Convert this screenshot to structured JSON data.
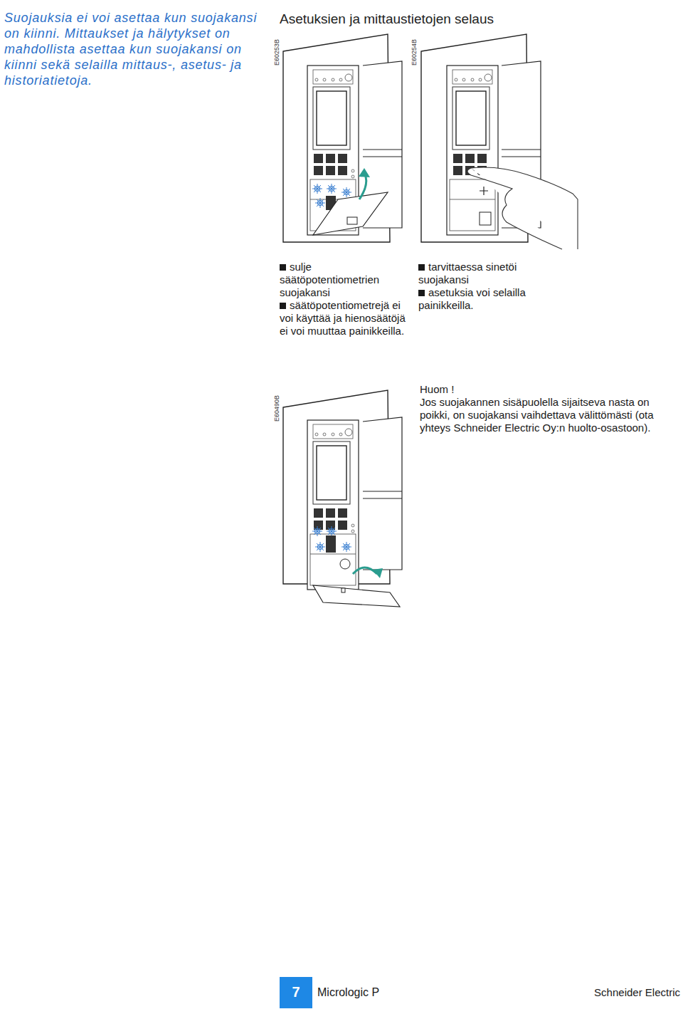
{
  "diagram": {
    "title": "Asetuksien ja mittaustietojen selaus",
    "labels": [
      "Suojauksia ei voi asettaa kun suojakansi on kiinni. Mittaukset ja hälytykset on mahdollista asettaa kun suojakansi on kiinni sekä selailla mittaus-, asetus- ja historiatietoja.",
      "E60253B",
      "E60254B",
      "sulje säätöpotentiometrien suojakansi",
      "säätöpotentiometrejä ei voi käyttää ja hienosäätöjä ei voi muuttaa painikkeilla.",
      "tarvittaessa sinetöi suojakansi",
      "asetuksia voi selailla painikkeilla.",
      "E60490B",
      "Huom !",
      "Jos suojakannen sisäpuolella sijaitseva nasta on poikki, on suojakansi vaihdettava välittömästi (ota yhteys Schneider Electric Oy:n huolto-osastoon).",
      "7",
      "Micrologic P",
      "Schneider Electric"
    ]
  }
}
